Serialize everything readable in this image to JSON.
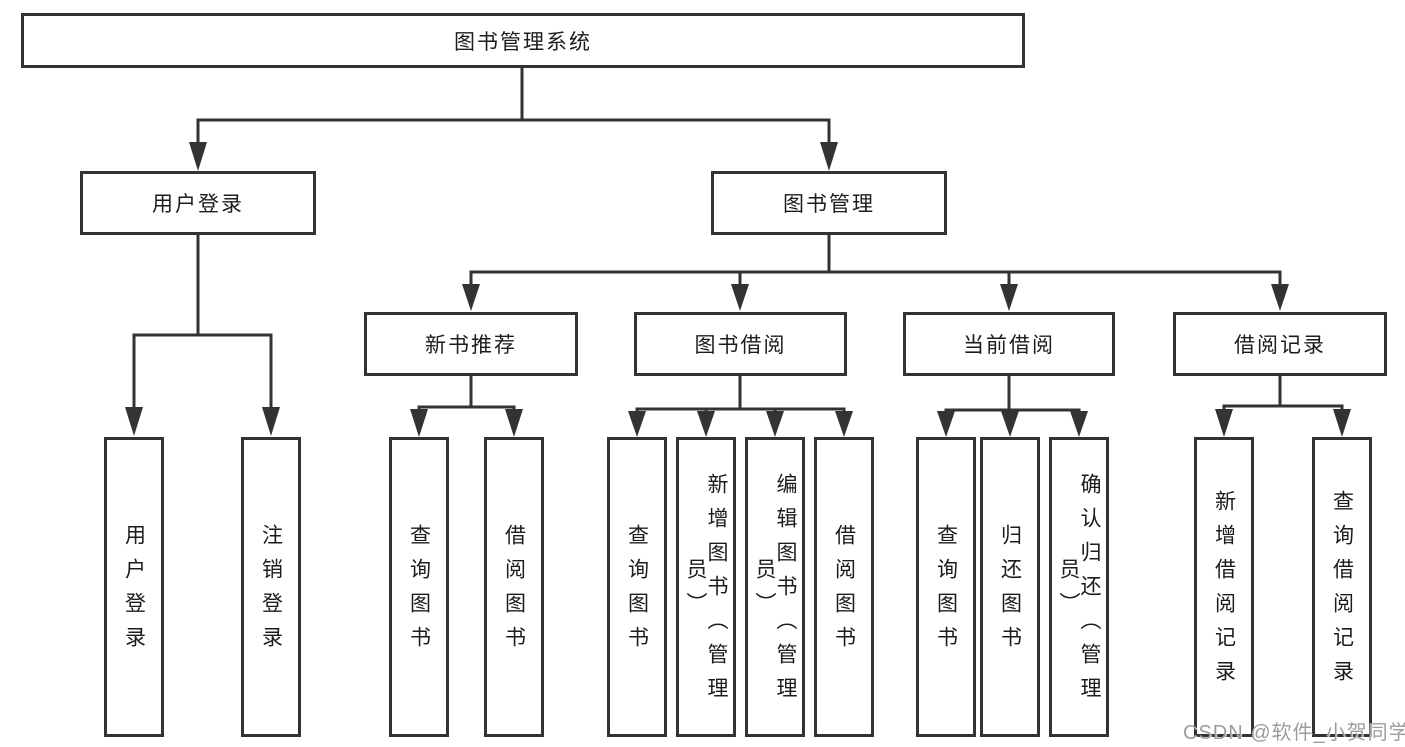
{
  "diagram": {
    "title": "图书管理系统",
    "branches": [
      {
        "label": "用户登录",
        "children": [
          {
            "label": "用户登录"
          },
          {
            "label": "注销登录"
          }
        ]
      },
      {
        "label": "图书管理",
        "children": [
          {
            "label": "新书推荐",
            "children": [
              {
                "label": "查询图书"
              },
              {
                "label": "借阅图书"
              }
            ]
          },
          {
            "label": "图书借阅",
            "children": [
              {
                "label": "查询图书"
              },
              {
                "label": "新增图书（管理员）"
              },
              {
                "label": "编辑图书（管理员）"
              },
              {
                "label": "借阅图书"
              }
            ]
          },
          {
            "label": "当前借阅",
            "children": [
              {
                "label": "查询图书"
              },
              {
                "label": "归还图书"
              },
              {
                "label": "确认归还（管理员）"
              }
            ]
          },
          {
            "label": "借阅记录",
            "children": [
              {
                "label": "新增借阅记录"
              },
              {
                "label": "查询借阅记录"
              }
            ]
          }
        ]
      }
    ]
  },
  "watermark": {
    "text": "CSDN @软件_小贺同学"
  },
  "colors": {
    "line": "#333333",
    "text": "#1c1c1c",
    "background": "#ffffff",
    "watermark": "#9c9c9c"
  }
}
